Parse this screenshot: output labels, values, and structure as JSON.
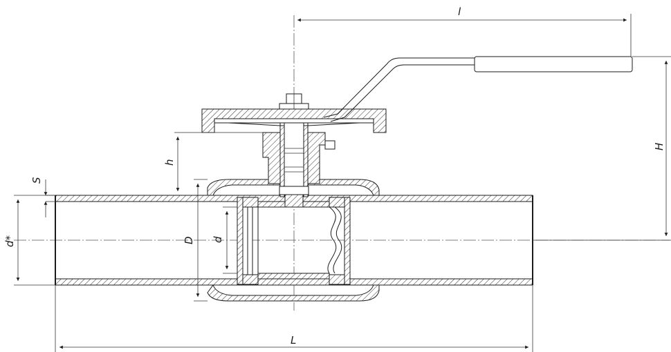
{
  "dimensions": {
    "handle_length": "l",
    "height_H": "H",
    "height_h": "h",
    "wall_S": "S",
    "pipe_diameter": "d*",
    "body_diameter": "D",
    "bore_diameter": "d",
    "length_L": "L"
  }
}
